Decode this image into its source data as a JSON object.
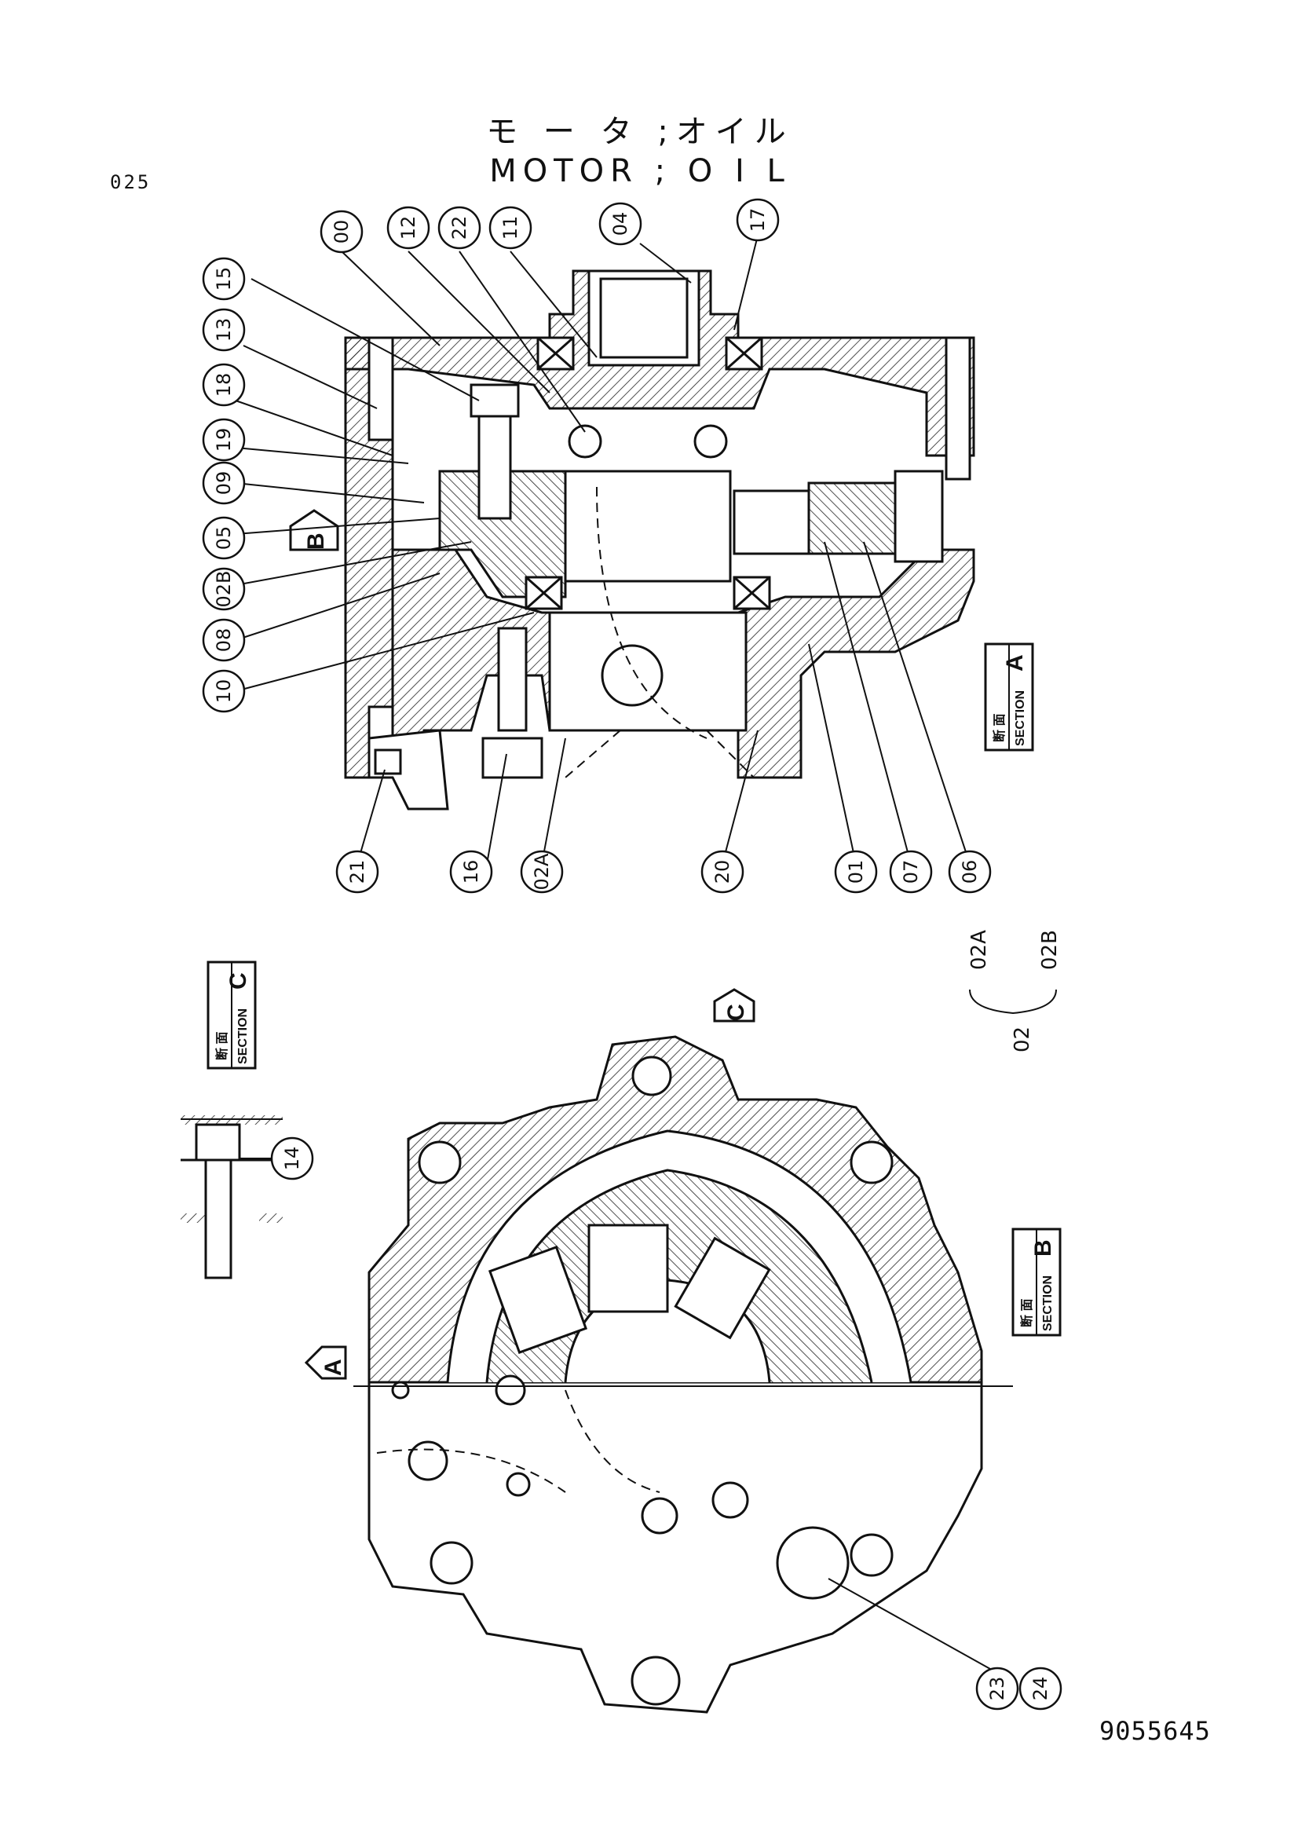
{
  "page_code": "025",
  "title": {
    "japanese": "モ ー タ ;オイル",
    "english": "MOTOR ; O I L"
  },
  "document_number": "9055645",
  "views": {
    "section_a": {
      "label_jp": "断 面",
      "label_en": "SECTION",
      "letter": "A"
    },
    "section_b": {
      "label_jp": "断 面",
      "label_en": "SECTION",
      "letter": "B"
    },
    "section_c": {
      "label_jp": "断 面",
      "label_en": "SECTION",
      "letter": "C"
    },
    "view_markers": [
      "B",
      "C",
      "A"
    ]
  },
  "callouts_top_row": [
    "00",
    "12",
    "22",
    "11",
    "04",
    "17"
  ],
  "callouts_left_column": [
    "15",
    "13",
    "18",
    "19",
    "09",
    "05",
    "02B",
    "08",
    "10"
  ],
  "callouts_bottom_row": [
    "21",
    "16",
    "02A",
    "20",
    "01",
    "07",
    "06"
  ],
  "callout_detail": "14",
  "callouts_plug": [
    "23",
    "24"
  ],
  "part_group": {
    "parent": "02",
    "children": [
      "02A",
      "02B"
    ]
  }
}
